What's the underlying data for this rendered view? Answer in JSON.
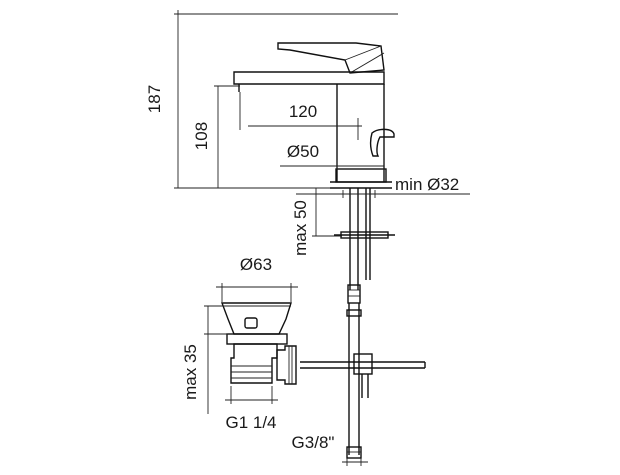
{
  "dimensions": {
    "total_height": "187",
    "spout_height": "108",
    "spout_reach": "120",
    "body_diameter": "Ø50",
    "hole_diameter": "min Ø32",
    "deck_thickness": "max 50",
    "waste_diameter": "Ø63",
    "waste_height": "max 35",
    "waste_thread": "G1 1/4",
    "hose_thread": "G3/8\""
  }
}
